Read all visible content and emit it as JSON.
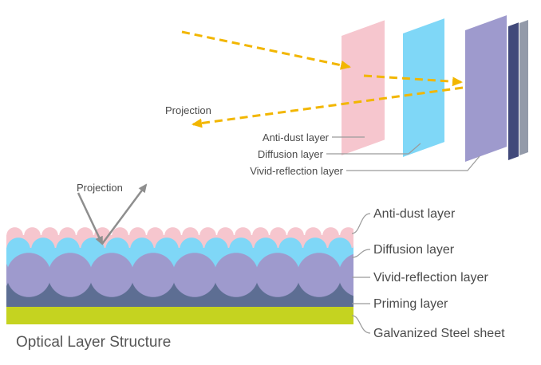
{
  "title": "Optical Layer Structure",
  "exploded_view": {
    "projection_label": "Projection",
    "callouts": [
      "Anti-dust layer",
      "Diffusion layer",
      "Vivid-reflection layer"
    ]
  },
  "cross_section": {
    "projection_label": "Projection",
    "layers": [
      {
        "name": "Anti-dust layer",
        "color": "#f6c6ce"
      },
      {
        "name": "Diffusion layer",
        "color": "#7fd7f7"
      },
      {
        "name": "Vivid-reflection layer",
        "color": "#9e9acd"
      },
      {
        "name": "Priming layer",
        "color": "#5d6e93"
      },
      {
        "name": "Galvanized Steel sheet",
        "color": "#c5d320"
      }
    ]
  },
  "colors": {
    "anti_dust_pink": "#f6c6ce",
    "diffusion_blue": "#7fd7f7",
    "vivid_purple": "#9e9acd",
    "priming_slate": "#5d6e93",
    "steel_yellow_green": "#c5d320",
    "back_sheet_navy": "#41497a",
    "back_sheet_gray": "#939aa9",
    "arrow_yellow": "#f2b600",
    "arrow_gray": "#8e8e8e",
    "connector_gray": "#9b9b9b",
    "text_gray": "#4a4a4a"
  }
}
